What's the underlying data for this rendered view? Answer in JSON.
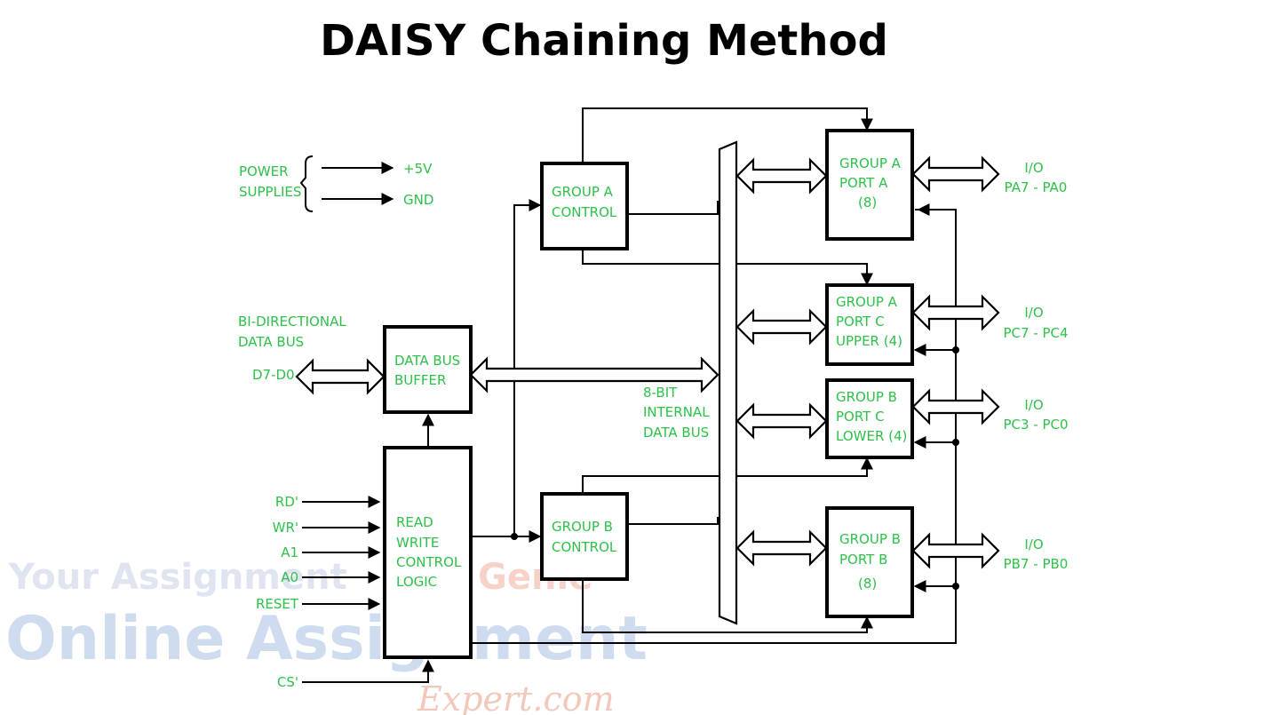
{
  "title": "DAISY Chaining Method",
  "power": {
    "label_line1": "POWER",
    "label_line2": "SUPPLIES",
    "plus5v": "+5V",
    "gnd": "GND"
  },
  "databus": {
    "label_line1": "BI-DIRECTIONAL",
    "label_line2": "DATA BUS",
    "d7d0": "D7-D0"
  },
  "blocks": {
    "data_bus_buffer": [
      "DATA BUS",
      "BUFFER"
    ],
    "read_write_control": [
      "READ",
      "WRITE",
      "CONTROL",
      "LOGIC"
    ],
    "group_a_control": [
      "GROUP A",
      "CONTROL"
    ],
    "group_b_control": [
      "GROUP B",
      "CONTROL"
    ],
    "group_a_port_a": [
      "GROUP A",
      "PORT A",
      "(8)"
    ],
    "group_a_port_c_upper": [
      "GROUP A",
      "PORT C",
      "UPPER (4)"
    ],
    "group_b_port_c_lower": [
      "GROUP B",
      "PORT C",
      "LOWER (4)"
    ],
    "group_b_port_b": [
      "GROUP B",
      "PORT B",
      "(8)"
    ]
  },
  "internal_bus": [
    "8-BIT",
    "INTERNAL",
    "DATA BUS"
  ],
  "control_signals": [
    "RD'",
    "WR'",
    "A1",
    "A0",
    "RESET",
    "CS'"
  ],
  "io_labels": [
    {
      "io": "I/O",
      "pins": "PA7 - PA0"
    },
    {
      "io": "I/O",
      "pins": "PC7 - PC4"
    },
    {
      "io": "I/O",
      "pins": "PC3 - PC0"
    },
    {
      "io": "I/O",
      "pins": "PB7 - PB0"
    }
  ],
  "watermark": {
    "line1_a": "Your Assignment",
    "line1_b": "Genie",
    "line2": "Online Assignment",
    "line3": "Expert.com"
  },
  "colors": {
    "label_green": "#2ec14a",
    "line": "#000000"
  }
}
